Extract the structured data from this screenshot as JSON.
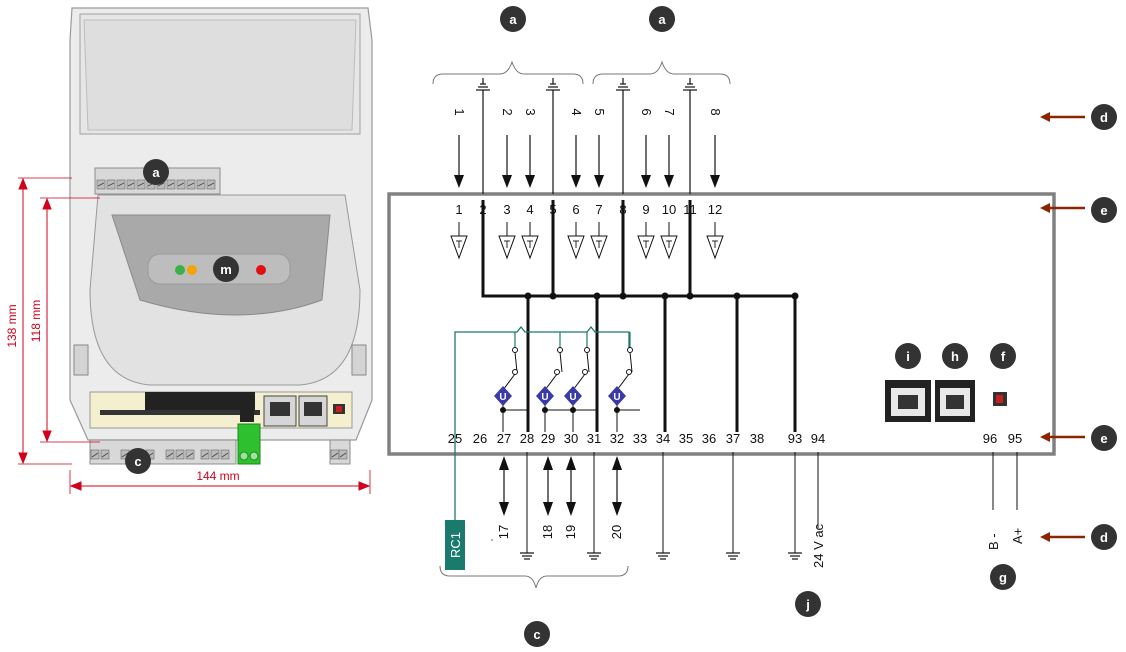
{
  "badges": {
    "a": "a",
    "c": "c",
    "d": "d",
    "e": "e",
    "f": "f",
    "g": "g",
    "h": "h",
    "i": "i",
    "j": "j",
    "m": "m"
  },
  "dimensions": {
    "height_outer": "138 mm",
    "height_inner": "118 mm",
    "width": "144 mm"
  },
  "top_terminals": [
    "1",
    "2",
    "3",
    "4",
    "5",
    "6",
    "7",
    "8",
    "9",
    "10",
    "11",
    "12"
  ],
  "top_inputs": [
    "1",
    "2",
    "3",
    "4",
    "5",
    "6",
    "7",
    "8"
  ],
  "bottom_terminals": [
    "25",
    "26",
    "27",
    "28",
    "29",
    "30",
    "31",
    "32",
    "33",
    "34",
    "35",
    "36",
    "37",
    "38",
    "93",
    "94",
    "96",
    "95"
  ],
  "bottom_outputs": [
    "17",
    "18",
    "19",
    "20"
  ],
  "labels": {
    "rc1": "RC1",
    "supply": "24 V ac",
    "b_minus": "B -",
    "a_plus": "A+",
    "relay_symbol": "U"
  },
  "colors": {
    "badge": "#333333",
    "arrow": "#8b2500",
    "dimension": "#d0021b",
    "teal": "#1a7a6e",
    "relay_icon": "#3a3aa8",
    "led_green": "#3cb04a",
    "led_orange": "#f5a300",
    "led_red": "#e01010"
  }
}
